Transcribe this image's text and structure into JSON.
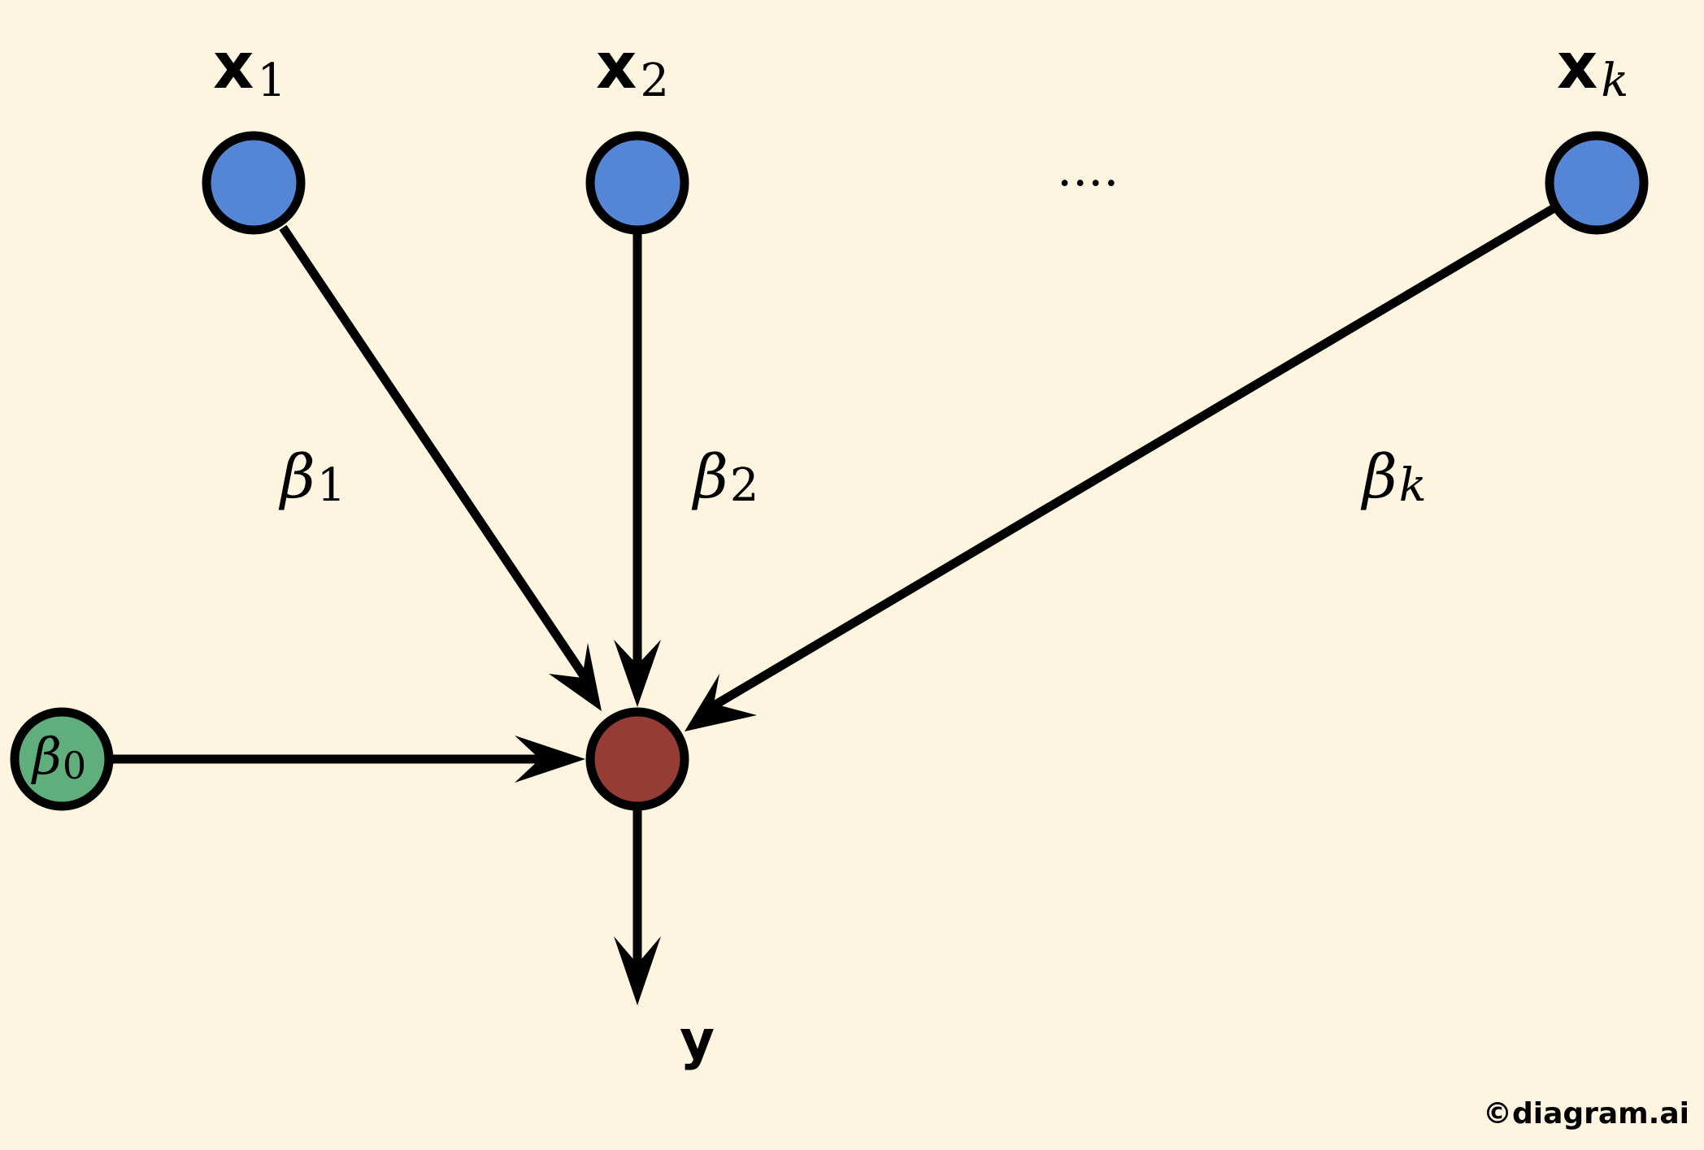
{
  "colors": {
    "background": "#fdf5e0",
    "input_node": "#5586d6",
    "bias_node": "#5fae7c",
    "output_node": "#963c36",
    "stroke": "#000000"
  },
  "inputs": [
    {
      "base": "x",
      "sub": "1"
    },
    {
      "base": "x",
      "sub": "2"
    },
    {
      "base": "x",
      "sub": "k"
    }
  ],
  "ellipsis": "....",
  "weights": [
    {
      "base": "β",
      "sub": "1"
    },
    {
      "base": "β",
      "sub": "2"
    },
    {
      "base": "β",
      "sub": "k"
    }
  ],
  "bias": {
    "base": "β",
    "sub": "0"
  },
  "output": {
    "label": "y"
  },
  "copyright": "©diagram.ai"
}
